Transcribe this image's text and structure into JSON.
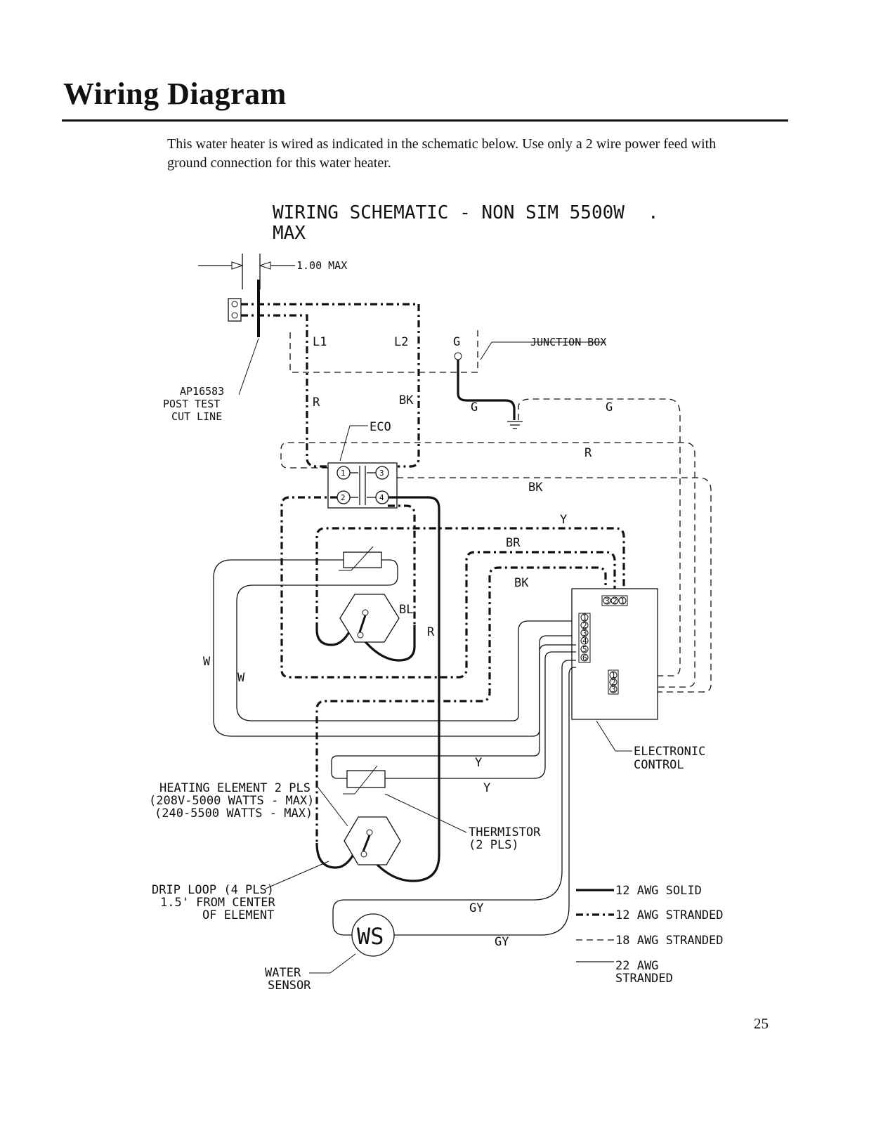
{
  "header": {
    "title": "Wiring Diagram",
    "intro": "This water heater is wired as indicated in the schematic below.  Use only a 2 wire power feed with ground connection for this water heater."
  },
  "schematic": {
    "title_line1": "WIRING SCHEMATIC - NON SIM 5500W",
    "title_line2": "MAX",
    "dimension": "1.00 MAX",
    "cut_line": [
      "AP16583",
      "POST TEST",
      "CUT LINE"
    ],
    "terminals": {
      "l1": "L1",
      "l2": "L2",
      "g": "G"
    },
    "junction_box": "JUNCTION BOX",
    "eco": "ECO",
    "electronic_control": [
      "ELECTRONIC",
      "CONTROL"
    ],
    "heating_element": [
      "HEATING ELEMENT 2 PLS",
      "(208V-5000 WATTS - MAX)",
      "(240-5500 WATTS - MAX)"
    ],
    "thermistor": [
      "THERMISTOR",
      "(2 PLS)"
    ],
    "drip_loop": [
      "DRIP LOOP (4 PLS)",
      "1.5' FROM CENTER",
      "OF ELEMENT"
    ],
    "water_sensor": [
      "WATER",
      "SENSOR"
    ],
    "ws": "WS",
    "wire_labels": {
      "r": "R",
      "bk": "BK",
      "g": "G",
      "y": "Y",
      "br": "BR",
      "bl": "BL",
      "w": "W",
      "gy": "GY"
    },
    "terminal_numbers": [
      "1",
      "2",
      "3",
      "4",
      "5",
      "6"
    ],
    "legend": [
      {
        "style": "solid-heavy",
        "label": "12 AWG SOLID"
      },
      {
        "style": "dashed-heavy",
        "label": "12 AWG STRANDED"
      },
      {
        "style": "dashed-thin",
        "label": "18 AWG STRANDED"
      },
      {
        "style": "solid-thin",
        "label_line1": "22 AWG",
        "label_line2": "STRANDED"
      }
    ]
  },
  "page": {
    "number": "25"
  }
}
